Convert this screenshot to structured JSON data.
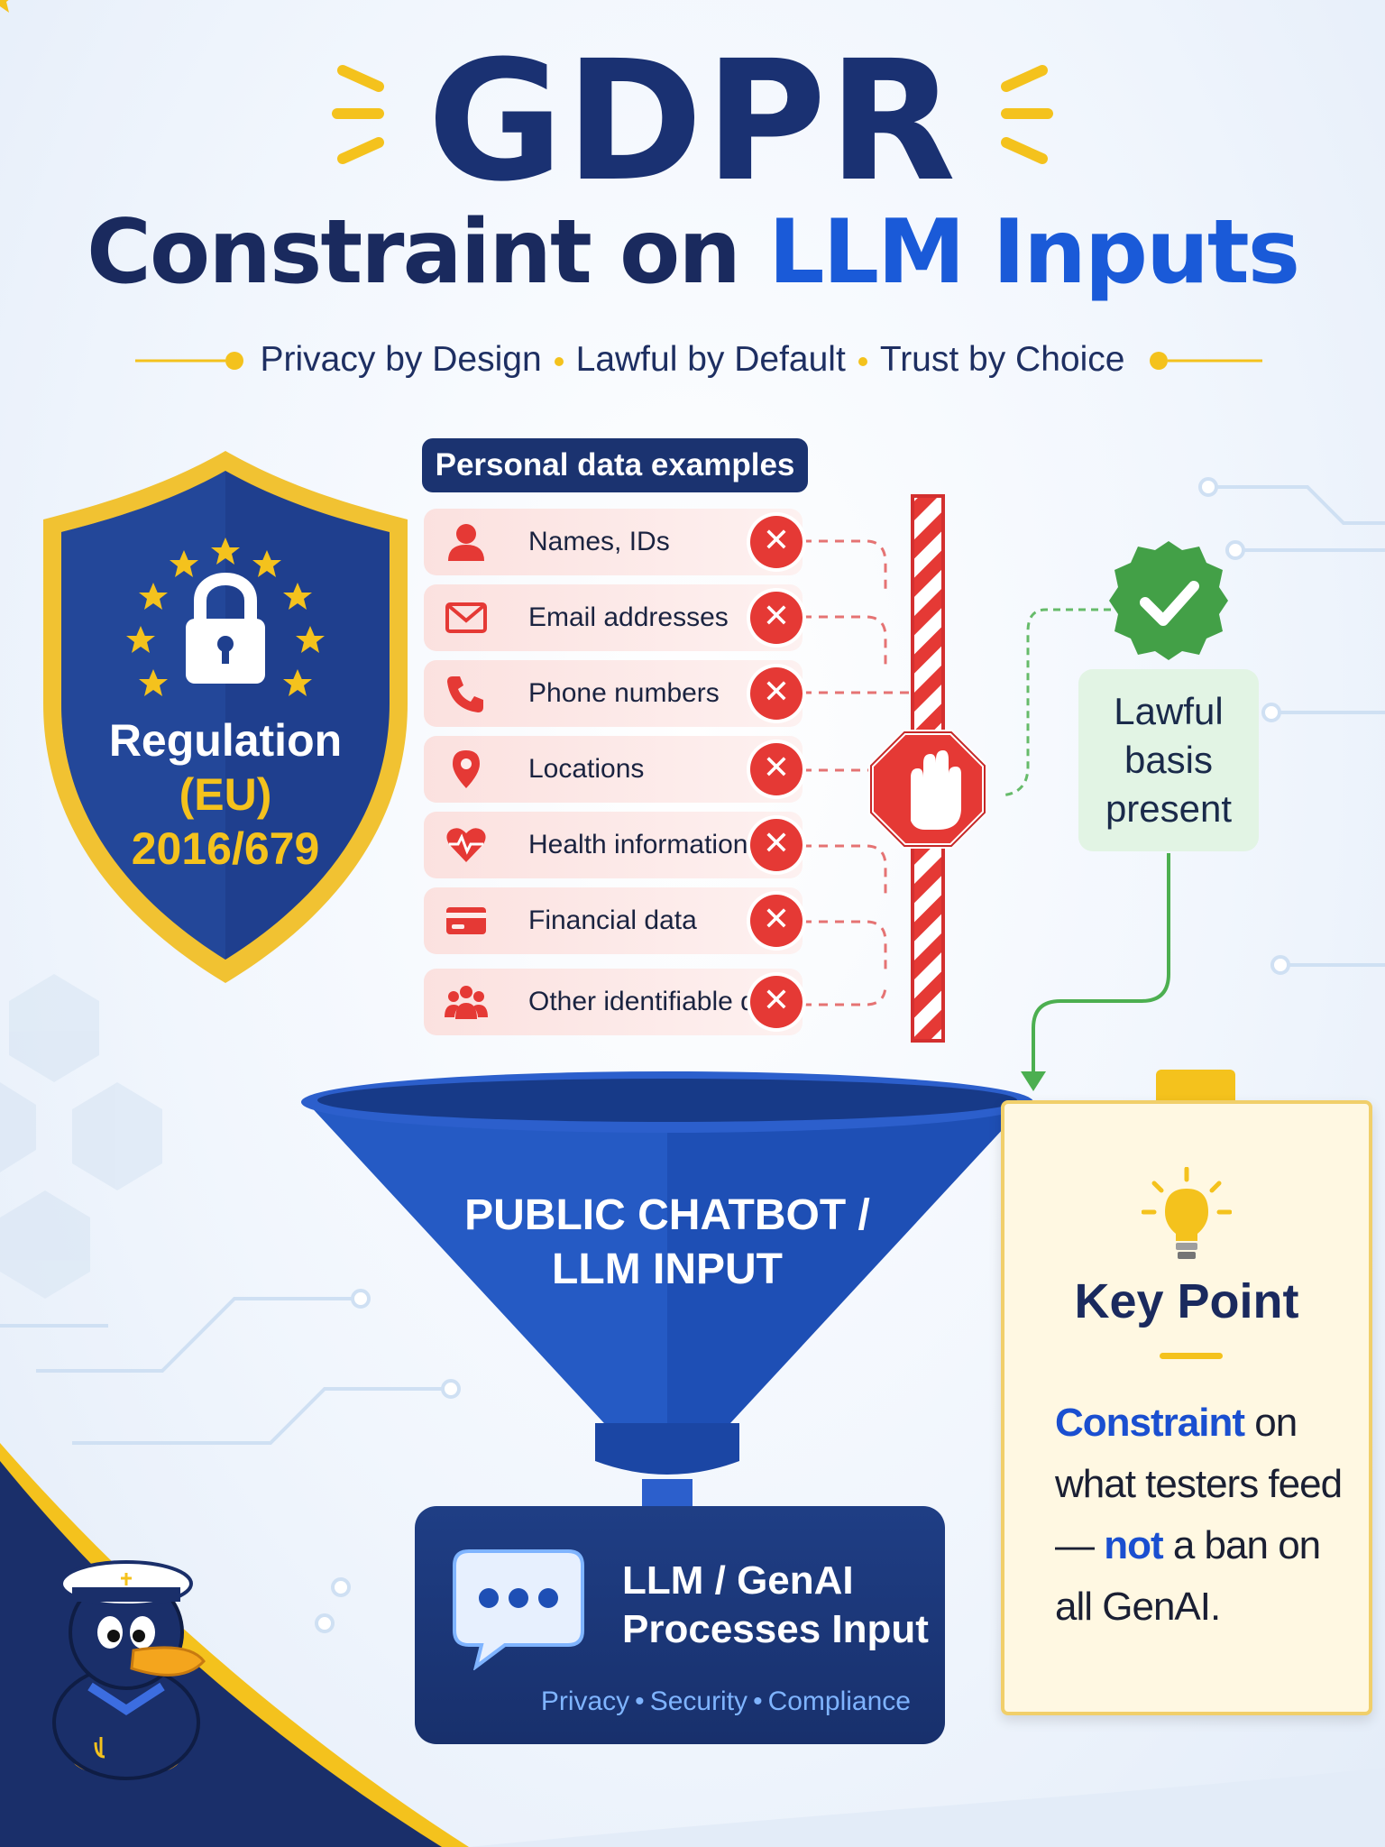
{
  "title": {
    "main": "GDPR",
    "sub_prefix": "Constraint on ",
    "sub_accent": "LLM Inputs"
  },
  "tagline": [
    "Privacy by Design",
    "Lawful by Default",
    "Trust by Choice"
  ],
  "shield": {
    "line1": "Regulation",
    "line2": "(EU)",
    "line3": "2016/679",
    "icon": "lock-icon"
  },
  "personal_data": {
    "header": "Personal data examples",
    "items": [
      {
        "label": "Names, IDs",
        "icon": "person-icon"
      },
      {
        "label": "Email addresses",
        "icon": "envelope-icon"
      },
      {
        "label": "Phone numbers",
        "icon": "phone-icon"
      },
      {
        "label": "Locations",
        "icon": "location-pin-icon"
      },
      {
        "label": "Health information",
        "icon": "heart-pulse-icon"
      },
      {
        "label": "Financial data",
        "icon": "credit-card-icon"
      },
      {
        "label": "Other identifiable data",
        "icon": "group-icon"
      }
    ],
    "blocked_symbol": "✕"
  },
  "lawful_basis": {
    "text": "Lawful basis present",
    "icon": "checkmark-badge-icon"
  },
  "funnel": {
    "line1": "PUBLIC CHATBOT /",
    "line2": "LLM INPUT"
  },
  "llm_box": {
    "line1": "LLM / GenAI",
    "line2": "Processes Input",
    "tags": [
      "Privacy",
      "Security",
      "Compliance"
    ]
  },
  "key_point": {
    "title": "Key Point",
    "body_hl1": "Constraint",
    "body_1": " on what testers feed — ",
    "body_hl2": "not",
    "body_2": " a ban on all GenAI."
  },
  "colors": {
    "navy": "#1b3370",
    "accent_blue": "#1a5ad8",
    "stop_red": "#e53935",
    "gold": "#f4c21d",
    "success_green": "#43a047"
  }
}
